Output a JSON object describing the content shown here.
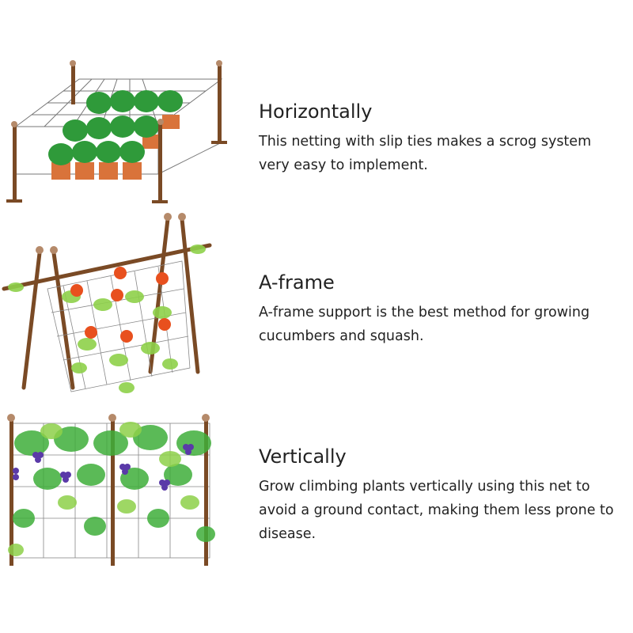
{
  "sections": [
    {
      "title": "Horizontally",
      "description": "This netting with slip ties makes a scrog system very easy to implement."
    },
    {
      "title": "A-frame",
      "description": "A-frame support is the best method for growing cucumbers and squash."
    },
    {
      "title": "Vertically",
      "description": "Grow climbing plants vertically using this net to avoid a ground contact, making them less prone to disease."
    }
  ],
  "colors": {
    "post": "#7a4a25",
    "post_cap": "#b58a6a",
    "leaf": "#3fae3a",
    "leaf_light": "#8ed14a",
    "pot": "#d9733a",
    "flower": "#e8501e",
    "grape": "#5a3aa8",
    "net": "#555555"
  }
}
